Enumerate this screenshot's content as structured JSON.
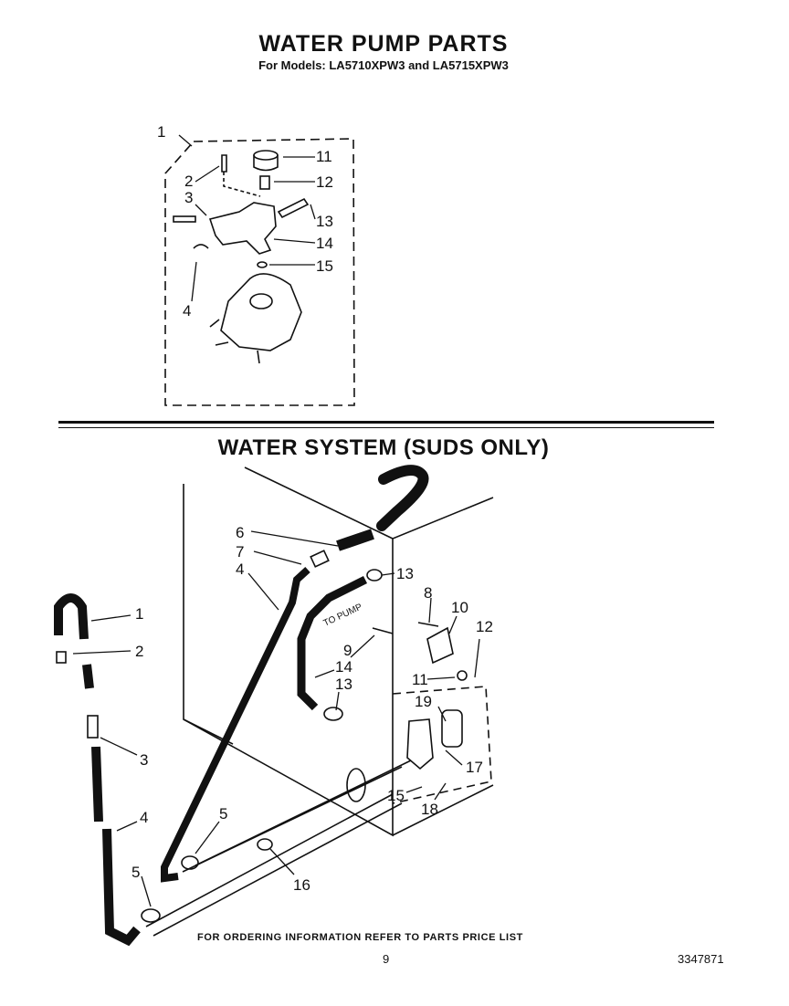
{
  "header": {
    "title": "WATER PUMP PARTS",
    "subtitle": "For Models: LA5710XPW3 and LA5715XPW3"
  },
  "section2": {
    "title": "WATER SYSTEM (SUDS ONLY)",
    "pipe_label": "TO PUMP"
  },
  "pump_callouts": [
    "1",
    "2",
    "3",
    "4",
    "11",
    "12",
    "13",
    "14",
    "15"
  ],
  "system_callouts": [
    "1",
    "2",
    "3",
    "4",
    "5",
    "5",
    "6",
    "7",
    "4",
    "8",
    "9",
    "10",
    "11",
    "12",
    "13",
    "13",
    "14",
    "15",
    "16",
    "17",
    "18",
    "19"
  ],
  "footer": {
    "note": "FOR ORDERING INFORMATION REFER TO PARTS PRICE LIST",
    "page": "9",
    "doc_number": "3347871"
  }
}
